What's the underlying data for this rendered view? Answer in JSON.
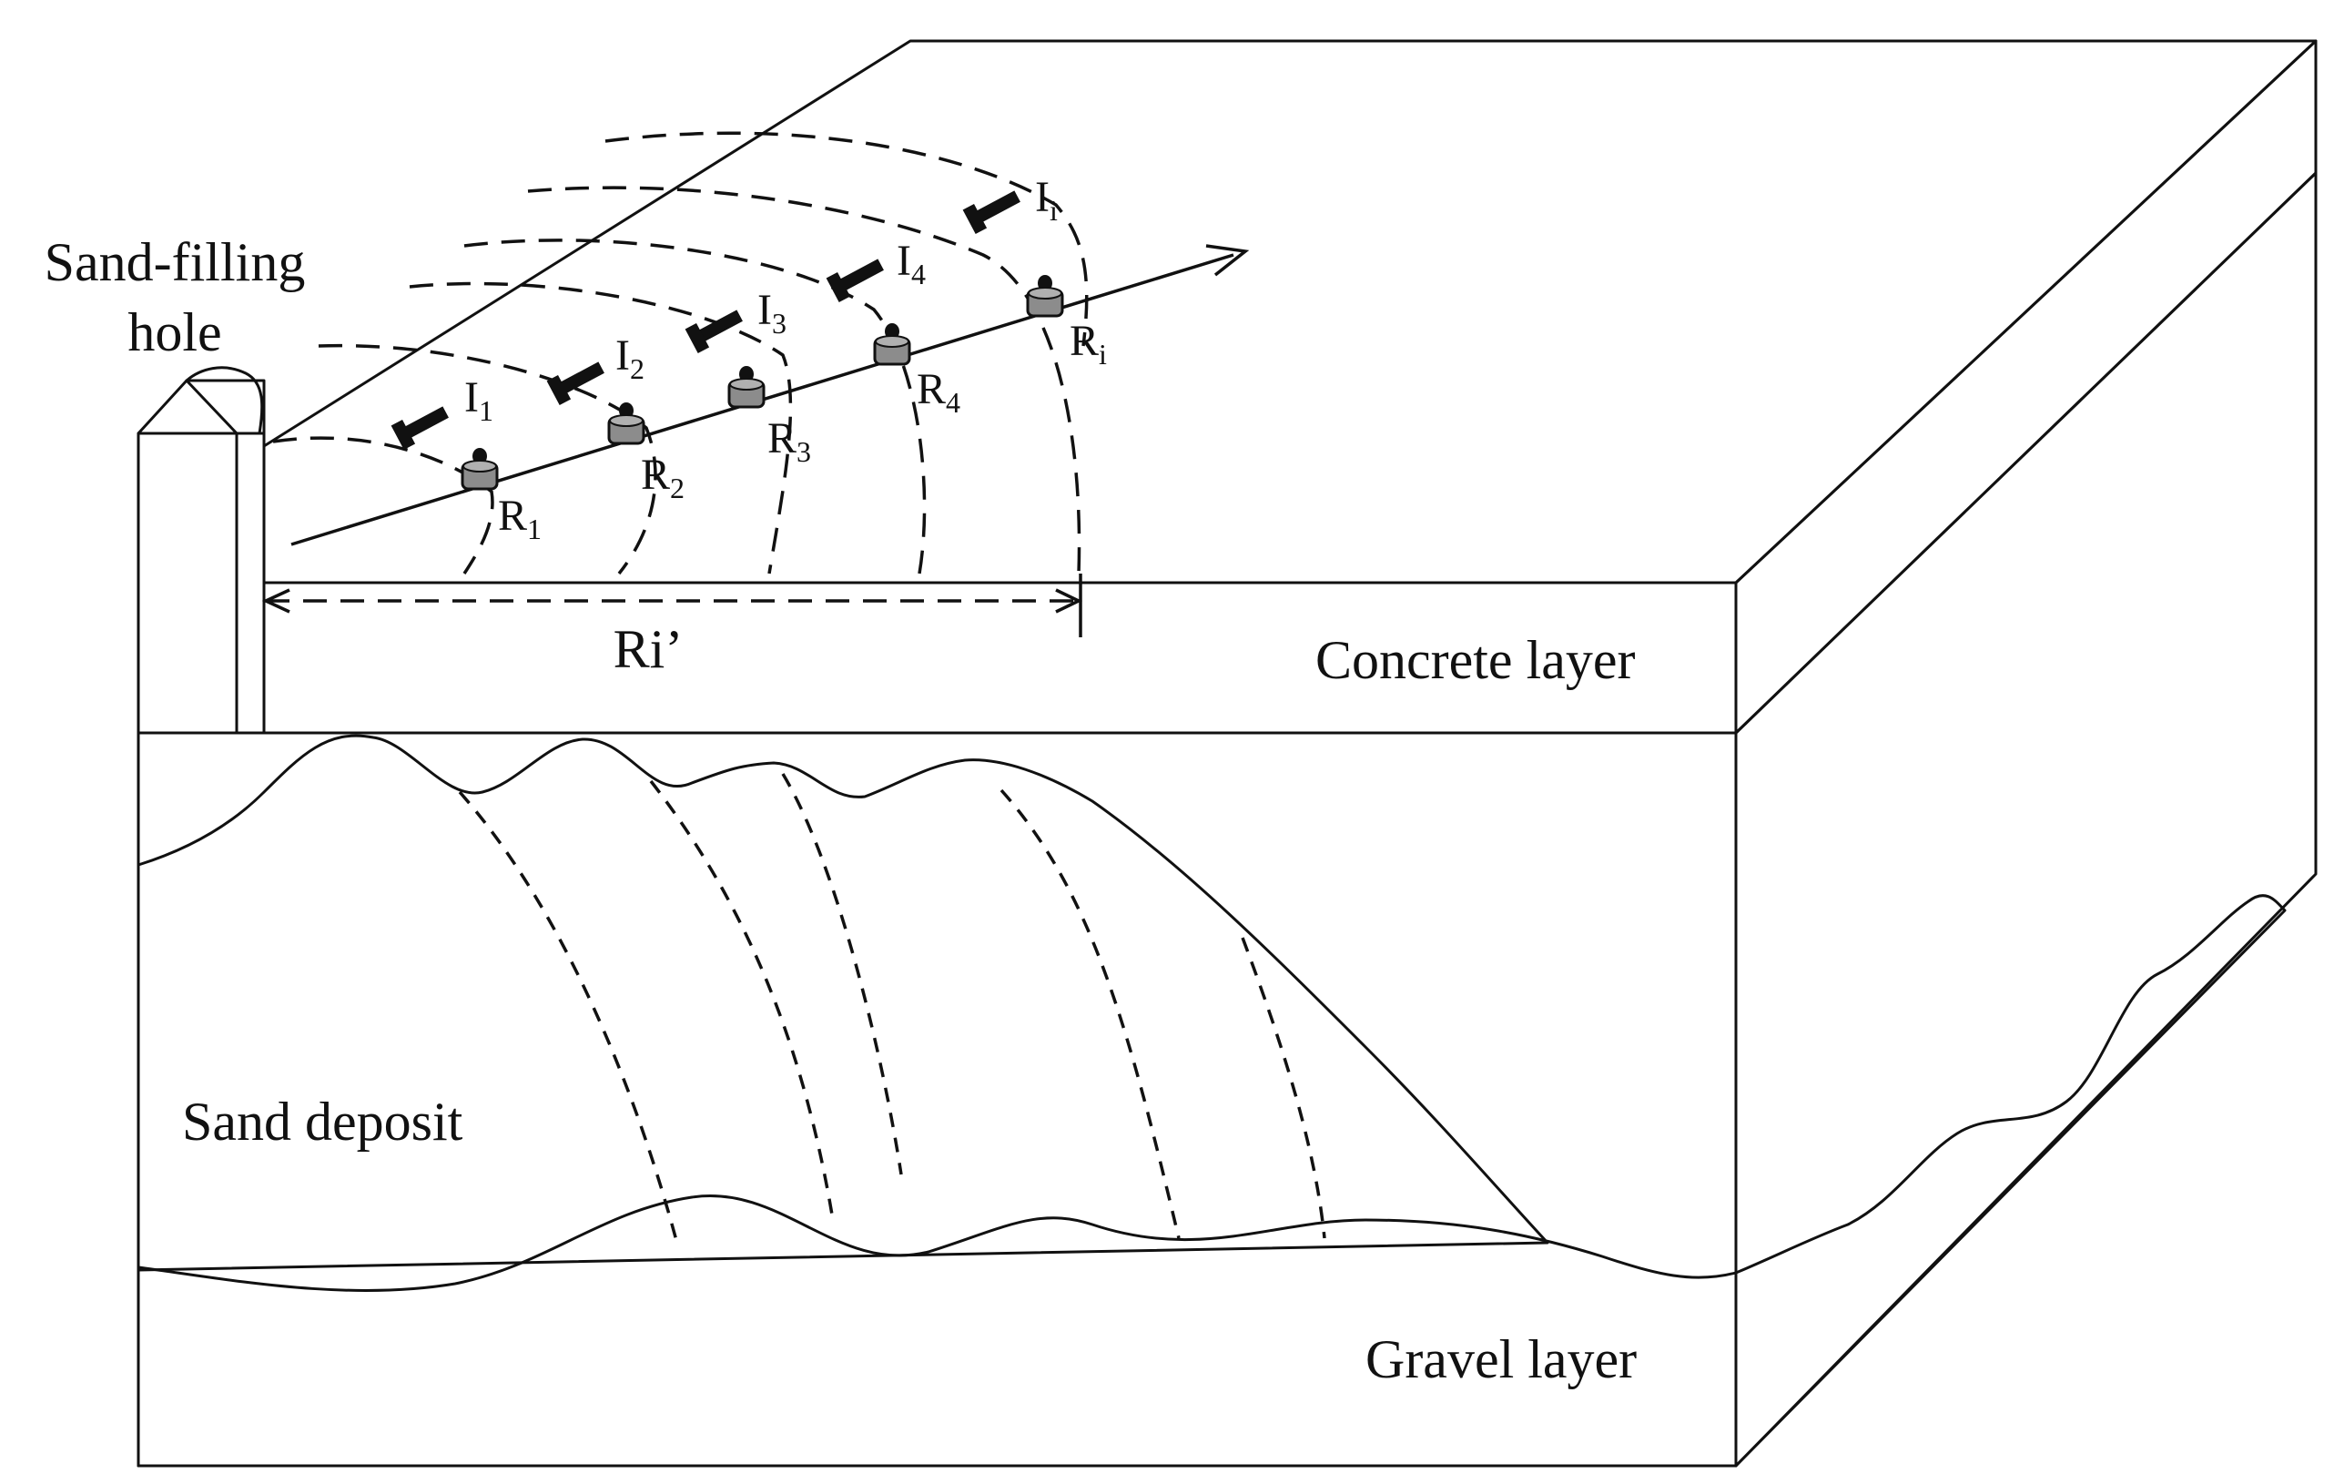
{
  "labels": {
    "sand_hole": [
      "Sand-filling",
      "hole"
    ],
    "concrete": "Concrete layer",
    "sand": "Sand deposit",
    "gravel": "Gravel layer",
    "distance": "Ri’"
  },
  "receivers": [
    {
      "base": "R",
      "sub": "1"
    },
    {
      "base": "R",
      "sub": "2"
    },
    {
      "base": "R",
      "sub": "3"
    },
    {
      "base": "R",
      "sub": "4"
    },
    {
      "base": "R",
      "sub": "i"
    }
  ],
  "impacts": [
    {
      "base": "I",
      "sub": "1"
    },
    {
      "base": "I",
      "sub": "2"
    },
    {
      "base": "I",
      "sub": "3"
    },
    {
      "base": "I",
      "sub": "4"
    },
    {
      "base": "I",
      "sub": "i"
    }
  ],
  "colors": {
    "concrete_top": "#d9d9d9",
    "concrete_side": "#d4d4d4",
    "sand": "#f1f1f1",
    "gravel": "#ececec",
    "line": "#111111"
  }
}
